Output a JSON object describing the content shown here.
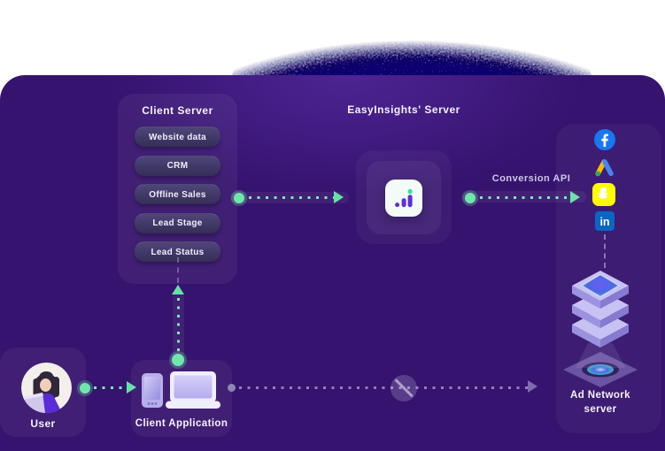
{
  "client_server": {
    "title": "Client Server",
    "items": [
      "Website data",
      "CRM",
      "Offline Sales",
      "Lead Stage",
      "Lead Status"
    ]
  },
  "easyinsights": {
    "title": "EasyInsights' Server",
    "icon": "bar-chart-icon"
  },
  "conversion": {
    "label": "Conversion API"
  },
  "ad_networks": {
    "icons": [
      "facebook-icon",
      "google-ads-icon",
      "snapchat-icon",
      "linkedin-icon"
    ],
    "label_line1": "Ad Network",
    "label_line2": "server"
  },
  "user": {
    "label": "User"
  },
  "client_application": {
    "label": "Client Application"
  },
  "colors": {
    "card_bg": "#36136e",
    "accent_green": "#6fe7ab",
    "muted_lavender": "#cdc7e8",
    "facebook_blue": "#1877f2",
    "google_yellow": "#fbbc04",
    "google_blue": "#4285f4",
    "google_green": "#34a853",
    "snapchat_yellow": "#fffc00",
    "linkedin_blue": "#0a66c2",
    "icon_purple": "#5d2ede",
    "icon_teal": "#2be3a4"
  }
}
